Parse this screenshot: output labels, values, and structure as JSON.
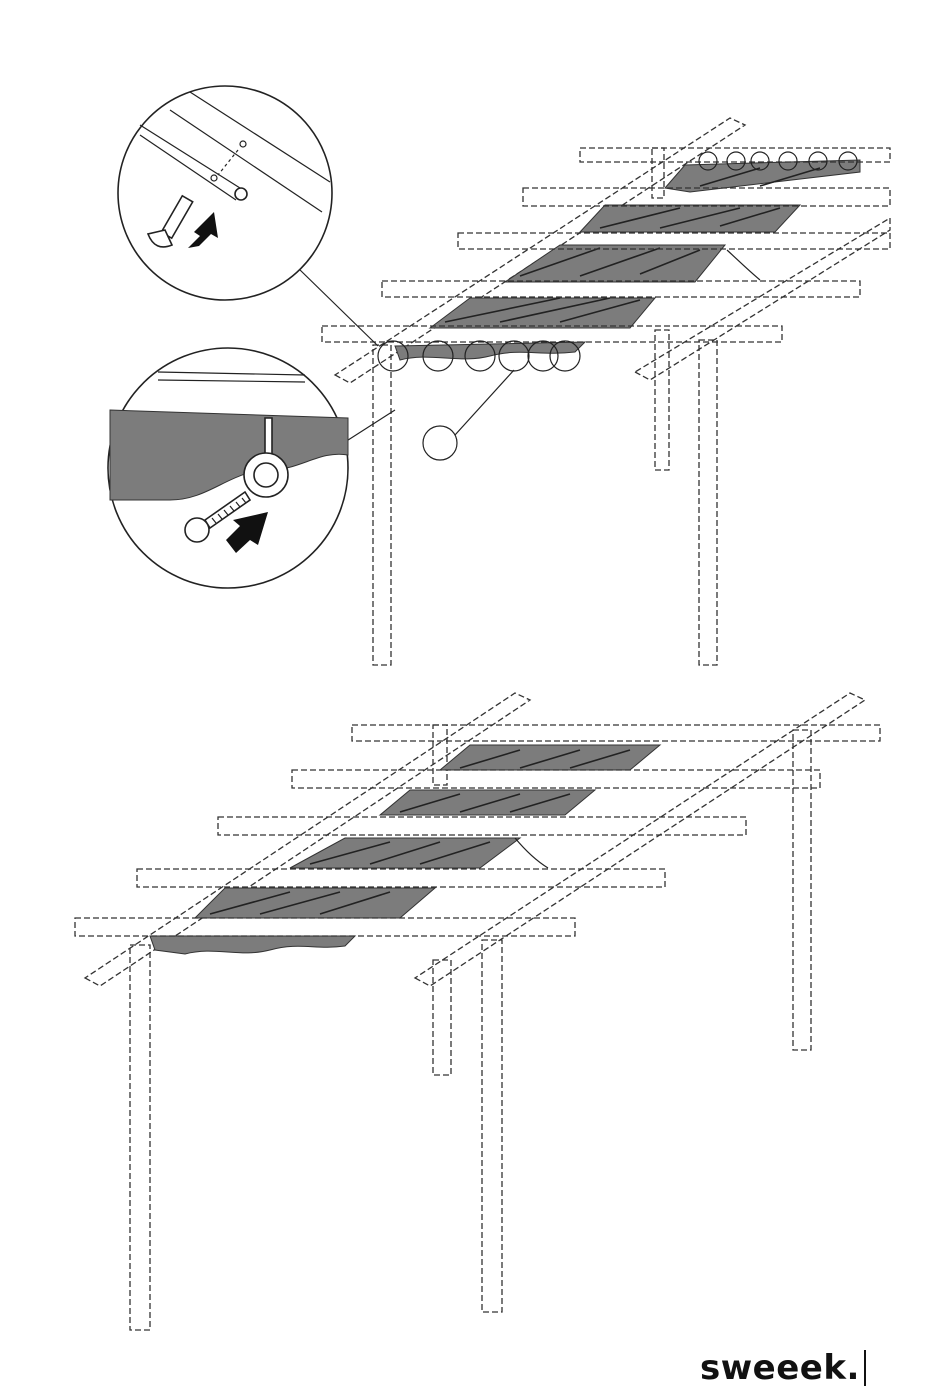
{
  "brand": {
    "name": "sweeek."
  },
  "colors": {
    "canopy": "#7c7c7c",
    "line": "#222222",
    "arrow": "#111111"
  },
  "steps": [
    {
      "id": "step-insert-rod",
      "icons": [
        "rod-icon",
        "end-cap-icon",
        "arrow-icon"
      ]
    },
    {
      "id": "step-eye-bolt",
      "icons": [
        "eye-hook-icon",
        "bolt-icon",
        "arrow-icon"
      ]
    }
  ]
}
